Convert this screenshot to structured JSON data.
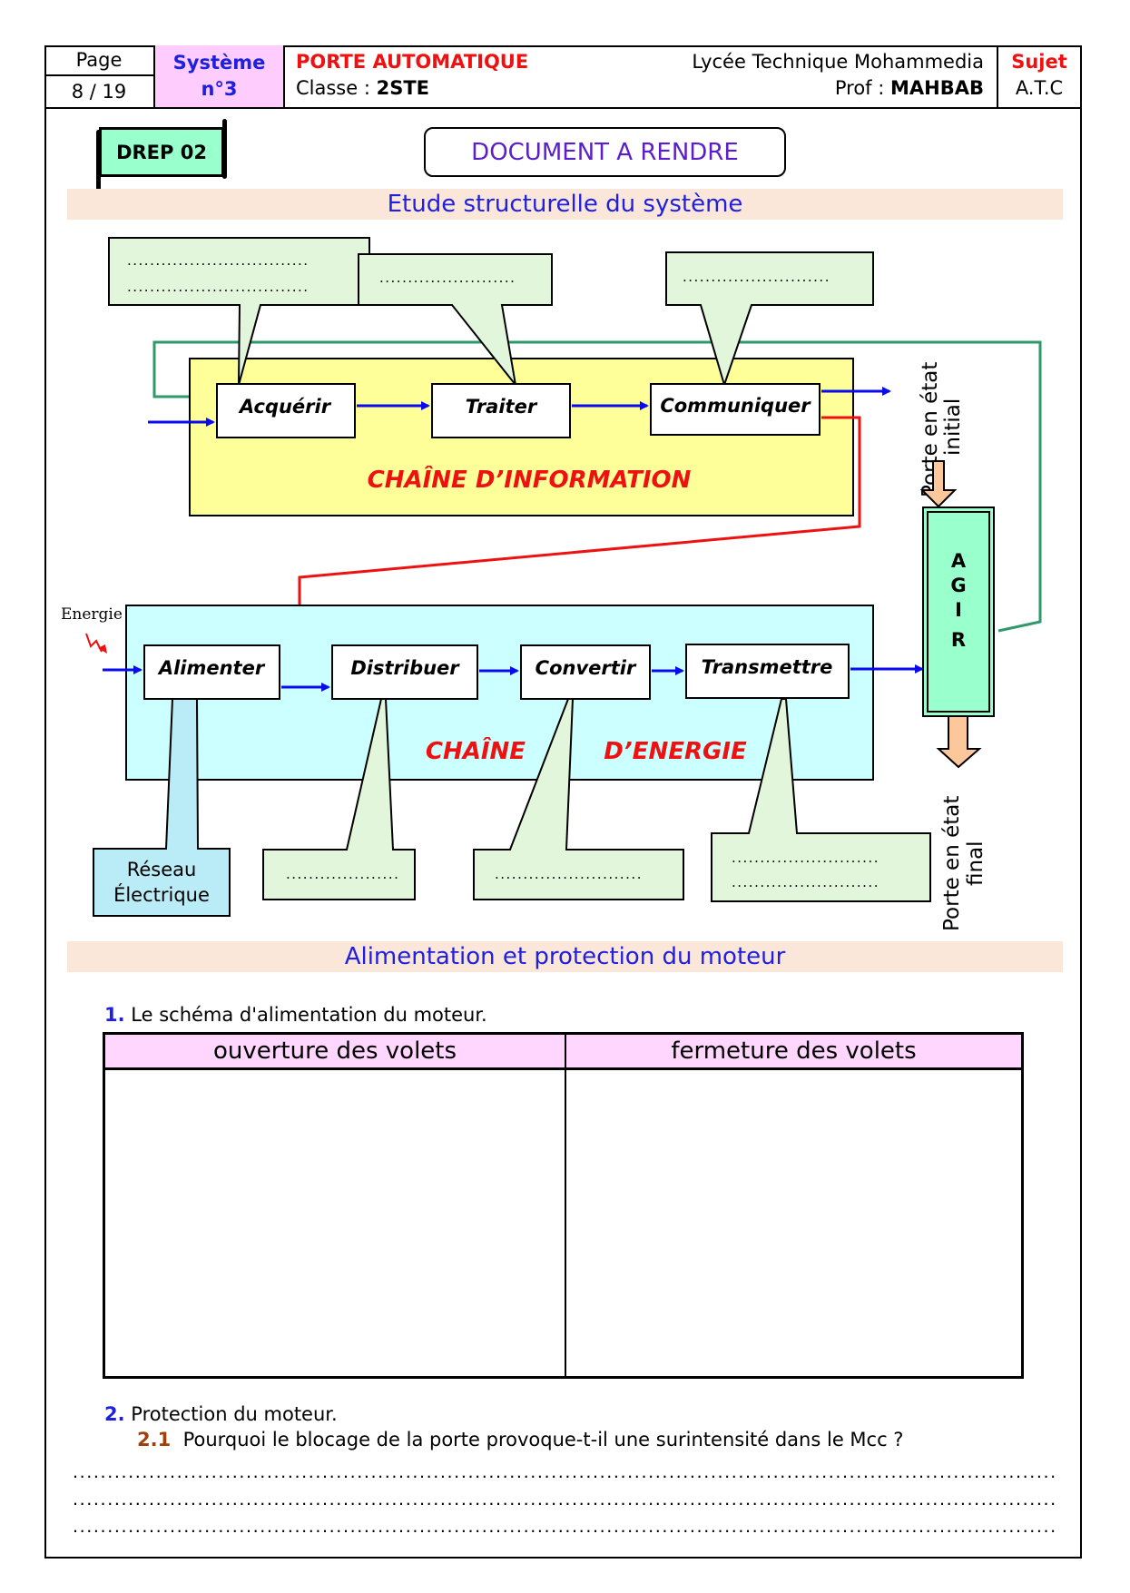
{
  "header": {
    "page_label": "Page",
    "page_number": "8 / 19",
    "system_label": "Système",
    "system_number": "n°3",
    "title": "PORTE AUTOMATIQUE",
    "class_label": "Classe : ",
    "class_value": "2STE",
    "school": "Lycée Technique Mohammedia",
    "prof_label": "Prof : ",
    "prof_value": "MAHBAB",
    "subject_label": "Sujet",
    "subject_value": "A.T.C"
  },
  "drep": "DREP 02",
  "doc_banner": "DOCUMENT A RENDRE",
  "section1_title": "Etude structurelle du système",
  "diagram": {
    "info_chain_label": "CHAÎNE D’INFORMATION",
    "energy_chain_label_1": "CHAÎNE",
    "energy_chain_label_2": "D’ENERGIE",
    "energy_input_label": "Energie",
    "info_blocks": [
      "Acquérir",
      "Traiter",
      "Communiquer"
    ],
    "energy_blocks": [
      "Alimenter",
      "Distribuer",
      "Convertir",
      "Transmettre"
    ],
    "agir_letters": [
      "A",
      "G",
      "I",
      "R"
    ],
    "state_initial_1": "Porte en état",
    "state_initial_2": "initial",
    "state_final_1": "Porte en état",
    "state_final_2": "final",
    "callouts": {
      "acquerir_line1": "................................",
      "acquerir_line2": "................................",
      "traiter": "........................",
      "communiquer": "..........................",
      "alimenter_line1": "Réseau",
      "alimenter_line2": "Électrique",
      "distribuer": "....................",
      "convertir": "..........................",
      "transmettre_line1": "..........................",
      "transmettre_line2": ".........................."
    },
    "colors": {
      "info_bg": "#ffff99",
      "energy_bg": "#ccffff",
      "callout_bg": "#e2f6dc",
      "reseau_bg": "#b9ecf6",
      "agir_bg": "#99ffcc",
      "arrow_state": "#fcc89b",
      "flow_blue": "#0a0aee",
      "feedback_green": "#2e9a6a",
      "order_red": "#ee1111"
    }
  },
  "section2_title": "Alimentation et protection du moteur",
  "q1": {
    "number": "1.",
    "text": "Le schéma d'alimentation du moteur."
  },
  "table": {
    "col1": "ouverture des volets",
    "col2": "fermeture des volets"
  },
  "q2": {
    "number": "2.",
    "text": "Protection du moteur."
  },
  "q21": {
    "number": "2.1",
    "text": "Pourquoi le blocage de la porte provoque-t-il une surintensité dans le Mcc ?"
  },
  "answer_lines": [
    "......................................................................................................................................................................",
    "......................................................................................................................................................................",
    "......................................................................................................................................................................"
  ]
}
